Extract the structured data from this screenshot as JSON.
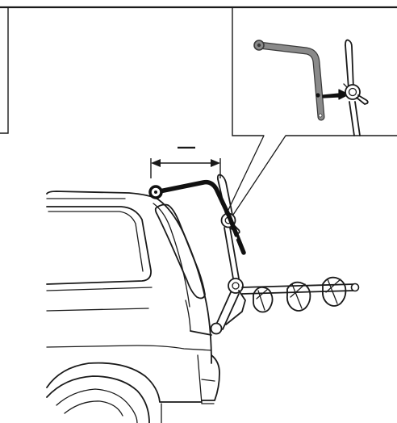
{
  "diagram": {
    "dimension_label": "—",
    "colors": {
      "line": "#1a1a1a",
      "background": "#ffffff",
      "part_gray": "#808080",
      "arm_black": "#111111"
    },
    "icons": [
      "car-rear-outline",
      "bike-rack-frame",
      "rack-top-arm",
      "bike-cradles",
      "dimension-arrow",
      "detail-inset-arm",
      "detail-insert-arrow",
      "detail-clamp-knob"
    ]
  }
}
